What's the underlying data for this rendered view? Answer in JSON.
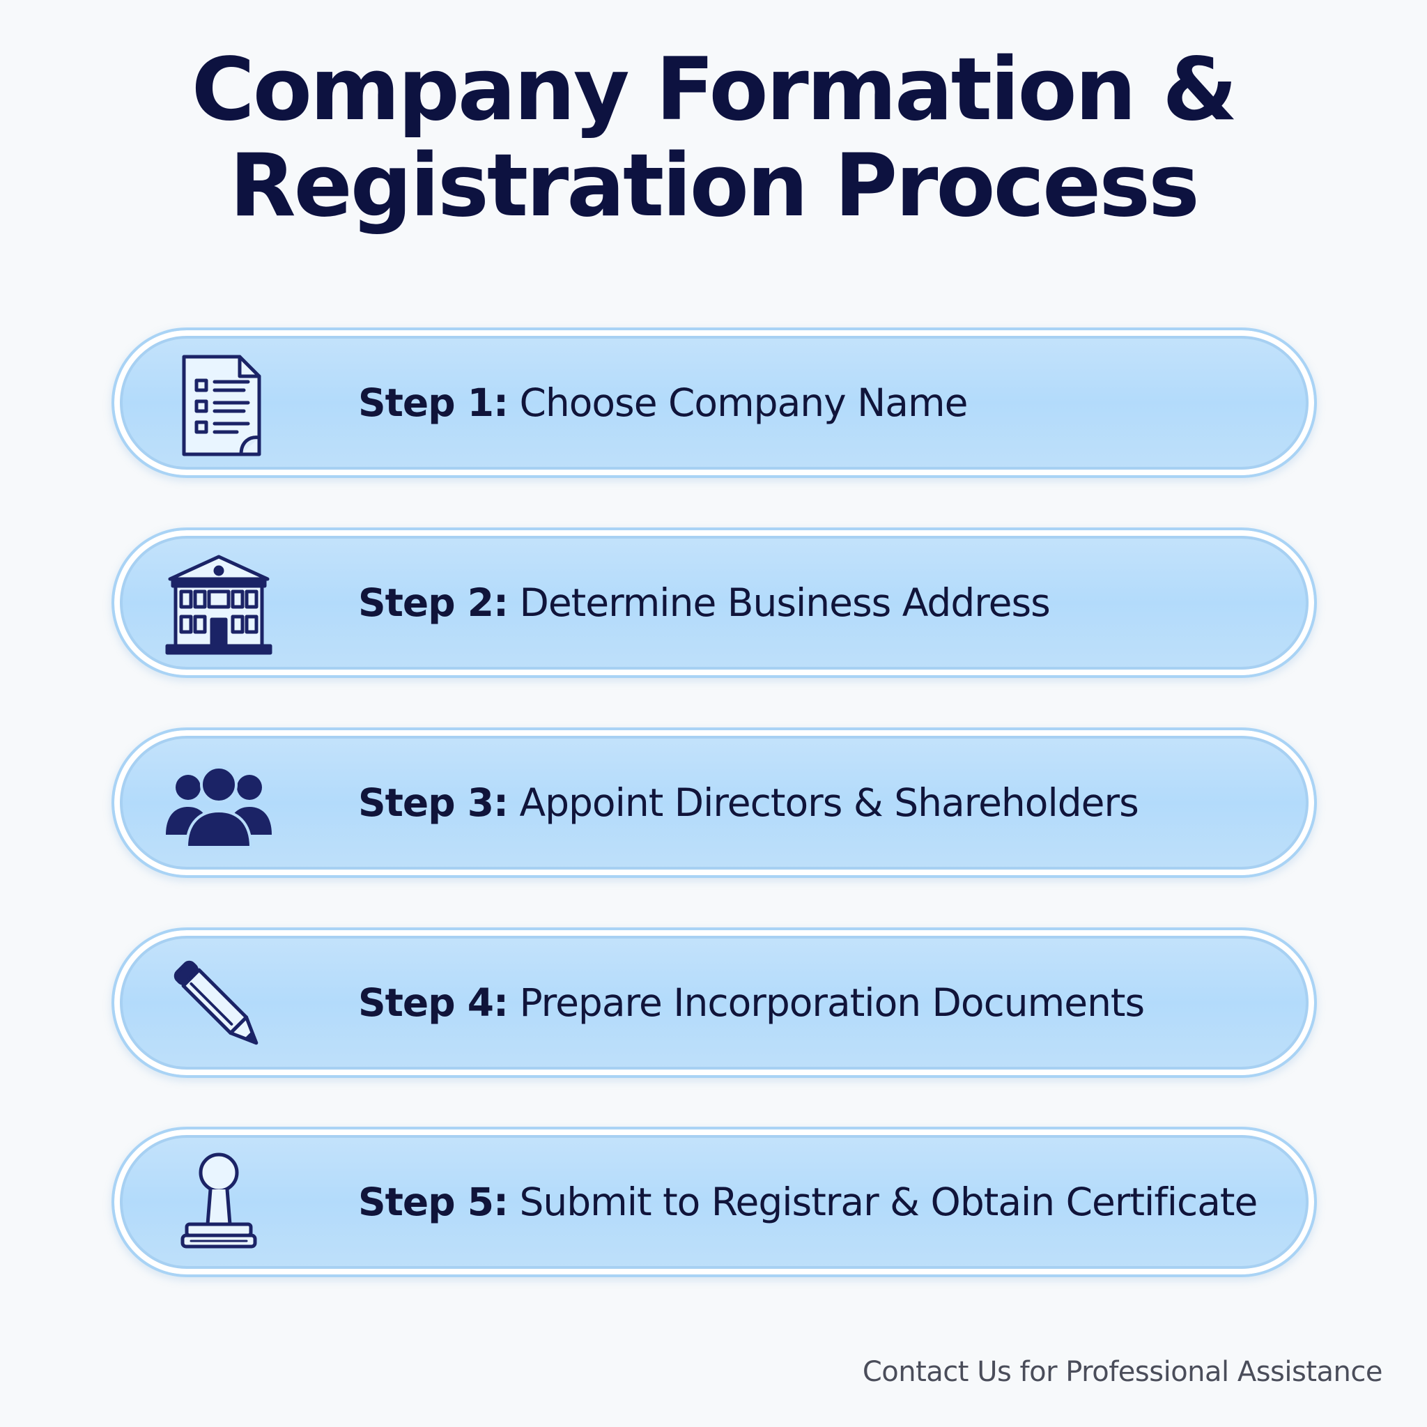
{
  "title": {
    "line1": "Company Formation &",
    "line2": "Registration Process"
  },
  "steps": [
    {
      "label": "Step 1:",
      "text": "Choose Company Name",
      "icon": "checklist-document-icon"
    },
    {
      "label": "Step 2:",
      "text": "Determine Business Address",
      "icon": "office-building-icon"
    },
    {
      "label": "Step 3:",
      "text": "Appoint Directors & Shareholders",
      "icon": "people-group-icon"
    },
    {
      "label": "Step 4:",
      "text": "Prepare Incorporation Documents",
      "icon": "pen-icon"
    },
    {
      "label": "Step 5:",
      "text": "Submit to Registrar & Obtain Certificate",
      "icon": "stamp-icon"
    }
  ],
  "footer": "Contact Us for Professional Assistance",
  "colors": {
    "title": "#0d1240",
    "icon": "#1b2366",
    "pill_fill": "#b8ddfb",
    "pill_border": "#a9d3f5",
    "footer": "#4a4d5a"
  }
}
